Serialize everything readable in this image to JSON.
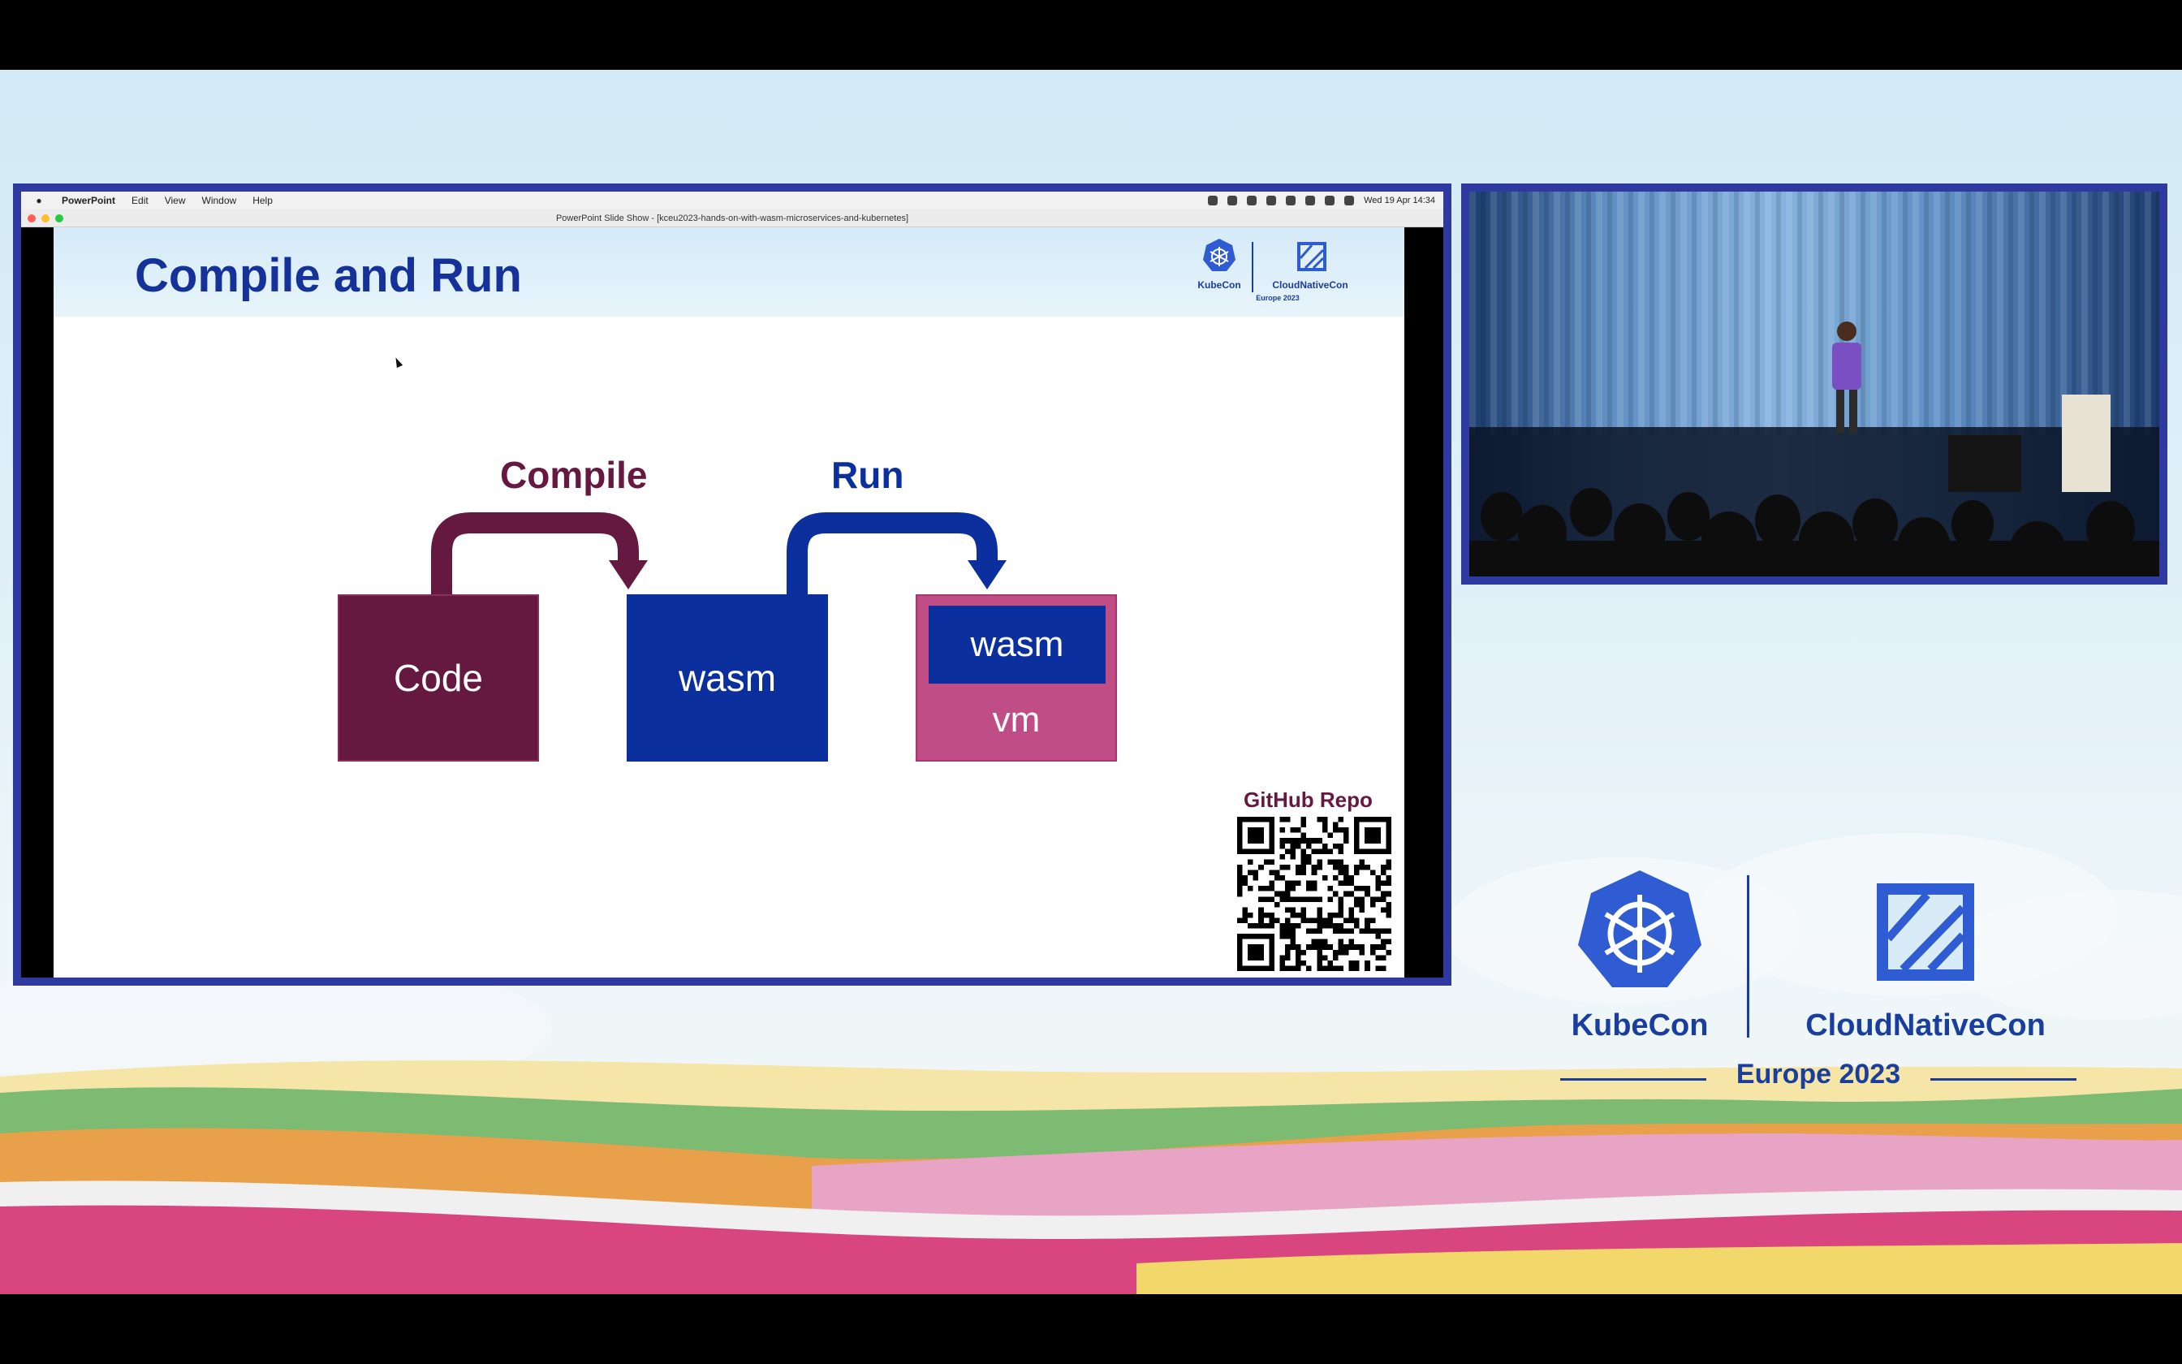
{
  "mac_menubar": {
    "app_name": "PowerPoint",
    "menus": [
      "Edit",
      "View",
      "Window",
      "Help"
    ],
    "clock": "Wed 19 Apr 14:34"
  },
  "window": {
    "title": "PowerPoint Slide Show - [kceu2023-hands-on-with-wasm-microservices-and-kubernetes]"
  },
  "slide": {
    "title": "Compile and Run",
    "logo": {
      "kubecon": "KubeCon",
      "cloudnativecon": "CloudNativeCon",
      "edition": "Europe 2023"
    },
    "diagram": {
      "compile_label": "Compile",
      "run_label": "Run",
      "code_box": "Code",
      "wasm_box": "wasm",
      "vm_inner": "wasm",
      "vm_outer": "vm",
      "colors": {
        "compile": "#651840",
        "run": "#0c2f9e",
        "vm": "#c04d86"
      }
    },
    "qr": {
      "label": "GitHub Repo"
    }
  },
  "event_logo": {
    "kubecon": "KubeCon",
    "cloudnativecon": "CloudNativeCon",
    "edition": "Europe 2023",
    "color": "#1a3e9e"
  },
  "icons": [
    "apple-icon",
    "kubernetes-helm-icon",
    "cncf-icon",
    "qr-code-icon",
    "mouse-cursor-icon"
  ]
}
